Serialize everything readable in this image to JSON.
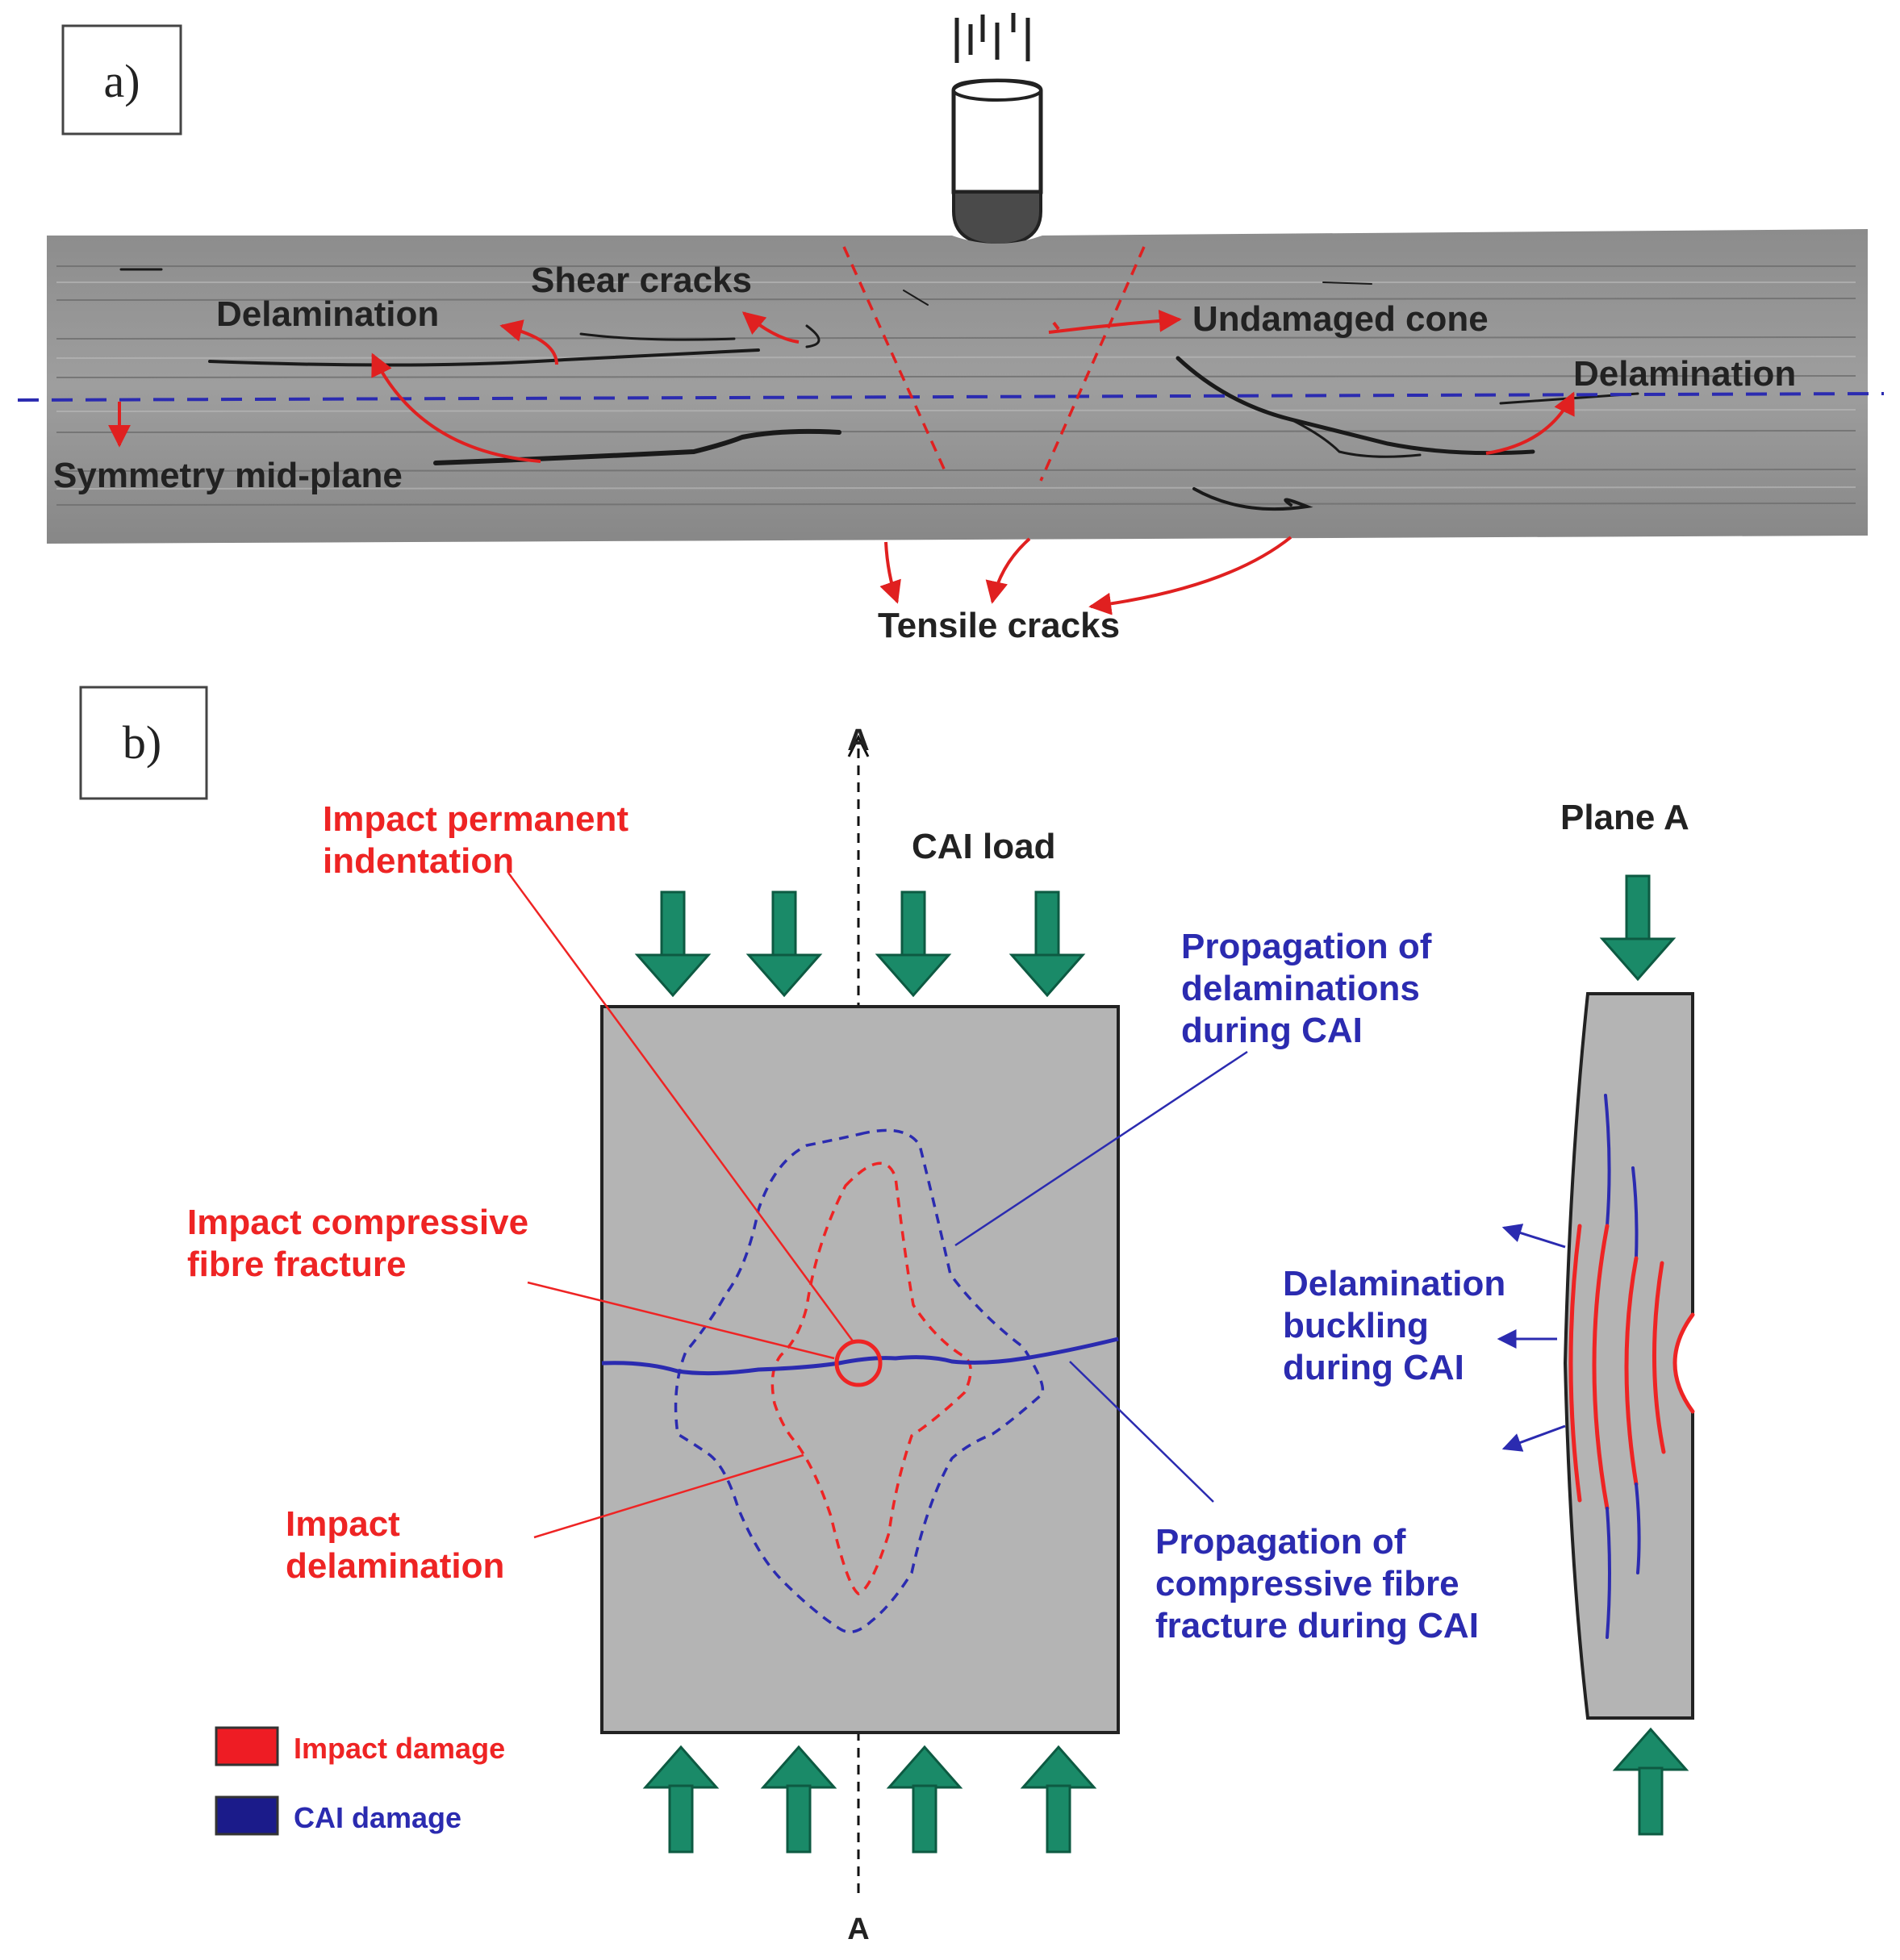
{
  "panel_a": {
    "label": "a)",
    "annotations": {
      "shear_cracks": "Shear cracks",
      "delamination_left": "Delamination",
      "undamaged_cone": "Undamaged cone",
      "delamination_right": "Delamination",
      "symmetry_mid_plane": "Symmetry mid-plane",
      "tensile_cracks": "Tensile cracks"
    }
  },
  "panel_b": {
    "label": "b)",
    "axis_top": "A",
    "axis_bottom": "A",
    "cai_load": "CAI load",
    "plane_a": "Plane A",
    "impact_permanent_indentation": [
      "Impact permanent",
      "indentation"
    ],
    "impact_compressive_fibre_fracture": [
      "Impact compressive",
      "fibre fracture"
    ],
    "impact_delamination": [
      "Impact",
      "delamination"
    ],
    "propagation_delaminations": [
      "Propagation of",
      "delaminations",
      "during CAI"
    ],
    "propagation_fibre_fracture": [
      "Propagation of",
      "compressive fibre",
      "fracture during CAI"
    ],
    "delamination_buckling": [
      "Delamination",
      "buckling",
      "during CAI"
    ],
    "legend": [
      {
        "label": "Impact damage",
        "color": "#ee1c24"
      },
      {
        "label": "CAI damage",
        "color": "#1b1b8a"
      }
    ]
  },
  "colors": {
    "impact": "#ee2424",
    "cai": "#2b2bb0",
    "arrow_load": "#1a8a68",
    "plate": "#b4b4b4"
  }
}
